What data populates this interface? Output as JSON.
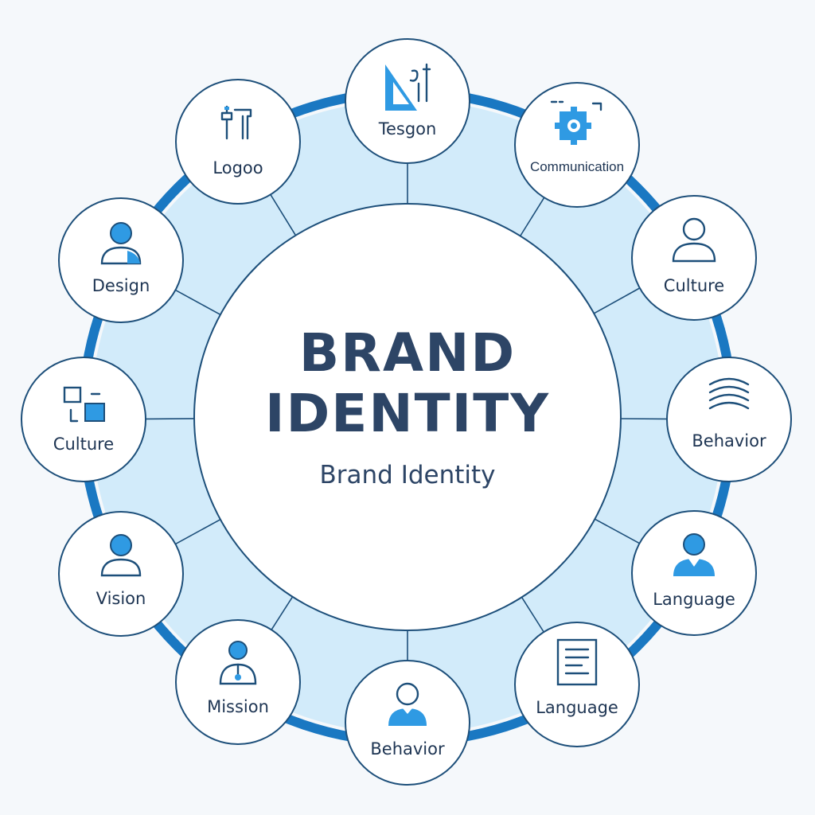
{
  "center": {
    "title_line1": "BRAND",
    "title_line2": "IDENTITY",
    "subtitle": "Brand Identity"
  },
  "nodes": [
    {
      "label": "Tesgon",
      "icon": "drafting-tools-icon"
    },
    {
      "label": "Communication",
      "icon": "gear-icon"
    },
    {
      "label": "Culture",
      "icon": "person-outline-icon"
    },
    {
      "label": "Behavior",
      "icon": "waves-icon"
    },
    {
      "label": "Language",
      "icon": "person-filled-icon"
    },
    {
      "label": "Language",
      "icon": "document-icon"
    },
    {
      "label": "Behavior",
      "icon": "person-badge-icon"
    },
    {
      "label": "Mission",
      "icon": "person-pin-icon"
    },
    {
      "label": "Vision",
      "icon": "person-icon"
    },
    {
      "label": "Culture",
      "icon": "squares-icon"
    },
    {
      "label": "Design",
      "icon": "user-icon"
    },
    {
      "label": "Logoo",
      "icon": "tools-icon"
    }
  ],
  "colors": {
    "ring": "#1a78c2",
    "band": "#d2ebfa",
    "node_stroke": "#1d4f7a",
    "text": "#2d4566",
    "icon_accent": "#2f9ae3"
  }
}
